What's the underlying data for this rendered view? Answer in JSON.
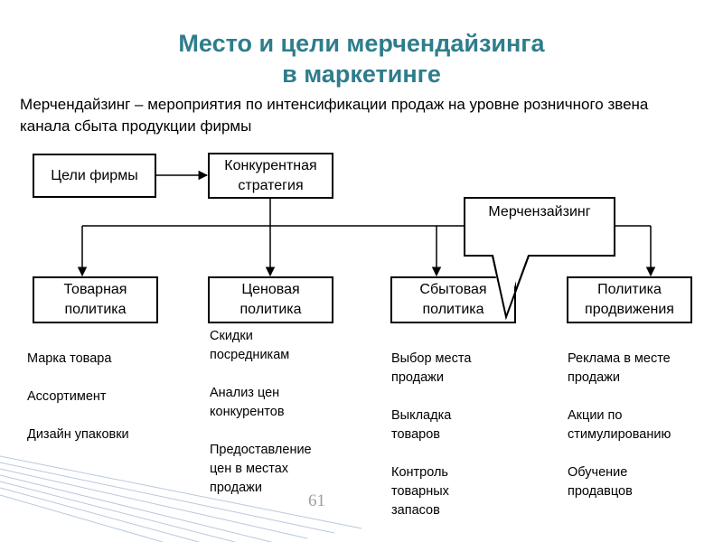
{
  "title": {
    "line1": "Место и цели мерчендайзинга",
    "line2": "в маркетинге"
  },
  "intro": "Мерчендайзинг – мероприятия по интенсификации продаж на уровне розничного звена канала сбыта продукции фирмы",
  "boxes": {
    "goals": "Цели фирмы",
    "strategy": "Конкурентная стратегия",
    "callout": "Мерчензайзинг",
    "product": "Товарная политика",
    "price": "Ценовая политика",
    "sales": "Сбытовая политика",
    "promotion": "Политика продвижения"
  },
  "lists": {
    "product": [
      "Марка товара",
      "Ассортимент",
      "Дизайн упаковки"
    ],
    "price": [
      "Скидки посредникам",
      "Анализ цен конкурентов",
      "Предоставление цен в местах продажи"
    ],
    "sales": [
      "Выбор места продажи",
      "Выкладка товаров",
      "Контроль товарных запасов"
    ],
    "promotion": [
      "Реклама в месте продажи",
      "Акции по стимулированию",
      "Обучение продавцов"
    ]
  },
  "page_number": "61",
  "colors": {
    "title": "#2e7d8c",
    "lines": "#000000",
    "decor": "#b8c8e0"
  }
}
